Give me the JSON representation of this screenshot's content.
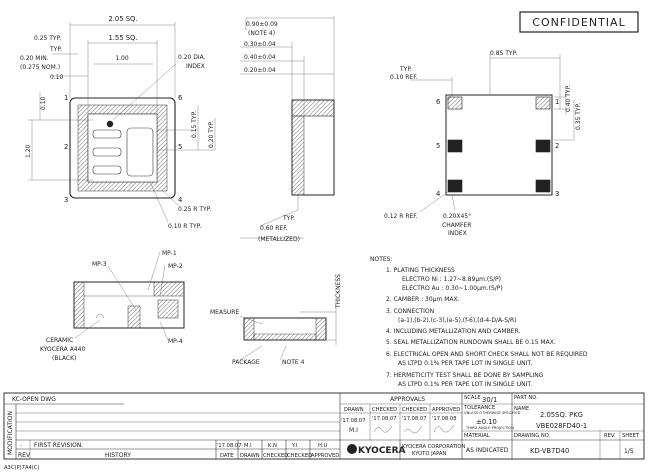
{
  "confidential": "CONFIDENTIAL",
  "top_view": {
    "dim_205": "2.05 SQ.",
    "dim_155": "1.55 SQ.",
    "dim_025": "0.25 TYP.",
    "typ": "TYP.",
    "dim_020min": "0.20 MIN.",
    "dim_0275": "(0.275 NOM.)",
    "dim_100": "1.00",
    "dim_010": "0.10",
    "dim_020dia": "0.20 DIA.",
    "index": "INDEX",
    "left_010": "0.10",
    "left_120": "1.20",
    "r_015": "0.15 TYP.",
    "r_020": "0.20 TYP.",
    "r025": "0.25 R TYP.",
    "r010": "0.10 R TYP.",
    "pins": [
      "1",
      "6",
      "2",
      "5",
      "3",
      "4"
    ]
  },
  "side_view": {
    "dim_090": "0.90±0.09",
    "note4": "(NOTE 4)",
    "dim_030": "0.30±0.04",
    "dim_040": "0.40±0.04",
    "dim_020": "0.20±0.04",
    "typ": "TYP.",
    "ref_060": "0.60 REF.",
    "metallized": "(METALLIZED)"
  },
  "bottom_view": {
    "dim_085": "0.85 TYP.",
    "typ": "TYP.",
    "ref_010": "0.10 REF.",
    "r_040": "0.40 TYP.",
    "r_035": "0.35 TYP.",
    "ref_012": "0.12 R REF.",
    "chamfer": "0.20X45°",
    "chamfer_label": "CHAMFER",
    "index": "INDEX",
    "pins": [
      "6",
      "1",
      "5",
      "2",
      "4",
      "3"
    ]
  },
  "section_view": {
    "mp3": "MP-3",
    "mp1": "MP-1",
    "mp2": "MP-2",
    "mp4": "MP-4",
    "ceramic": "CERAMIC",
    "kyocera": "KYOCERA A440",
    "black": "(BLACK)"
  },
  "thickness_view": {
    "measure": "MEASURE",
    "thickness": "THICKNESS",
    "package": "PACKAGE",
    "note4": "NOTE 4"
  },
  "notes": {
    "title": "NOTES:",
    "n1": "1. PLATING THICKNESS",
    "n1a": "ELECTRO Ni : 1.27~8.89μm.(S/P)",
    "n1b": "ELECTRO Au : 0.30~1.00μm.(S/P)",
    "n2": "2. CAMBER : 30μm MAX.",
    "n3": "3. CONNECTION",
    "n3a": "(a-1),(b-2),(c-3),(e-5),(f-6),(d-4-D/A-S/R)",
    "n4": "4. INCLUDING METALLIZATION AND CAMBER.",
    "n5": "5. SEAL METALLIZATION RUNDOWN SHALL BE 0.15 MAX.",
    "n6a": "6. ELECTRICAL OPEN AND SHORT CHECK SHALL NOT BE REQUIRED",
    "n6b": "AS LTPD 0.1% PER TAPE LOT IN SINGLE UNIT.",
    "n7a": "7. HERMETICITY TEST SHALL BE DONE BY SAMPLING",
    "n7b": "AS LTPD 0.1% PER TAPE LOT IN SINGLE UNIT."
  },
  "title_block": {
    "kc_open": "KC-OPEN DWG",
    "approvals": "APPROVALS",
    "drawn": "DRAWN",
    "checked1": "CHECKED",
    "checked2": "CHECKED",
    "approved": "APPROVED",
    "d1": "'17.08.07",
    "d2": "'17.08.07",
    "d3": "'17.08.07",
    "d4": "'17.08.08",
    "drawn_by": "M.I",
    "scale_label": "SCALE",
    "scale": "30/1",
    "tolerance_label": "TOLERANCE",
    "tolerance_sub": "UNLESS OTHERWISE SPECIFIED",
    "tolerance": "±0.10",
    "third_angle": "THIRD ANGLE PROJECTION",
    "material_label": "MATERIAL",
    "material": "AS INDICATED",
    "part_no_label": "PART NO.",
    "name_label": "NAME",
    "name": "2.05SQ. PKG",
    "part": "VBE028FD40-1",
    "drawing_no_label": "DRAWING NO.",
    "drawing_no": "KD-VB7D40",
    "rev_label": "REV.",
    "sheet_label": "SHEET",
    "sheet": "1/5",
    "company": "KYOCERA",
    "company2": "KYOCERA CORPORATION",
    "company3": "KYOTO JAPAN",
    "modification": "MODIFICATION",
    "rev_col": "REV",
    "history": "HISTORY",
    "first_revision": "FIRST REVISION.",
    "row_a": "-",
    "row_date": "'17.08.07",
    "row_mi": "M.I",
    "row_kn": "K.N",
    "row_yi": "Y.I",
    "row_hu": "H.U",
    "h_date": "DATE",
    "h_drawn": "DRAWN",
    "h_checked1": "CHECKED",
    "h_checked2": "CHECKED",
    "h_approved": "APPROVED",
    "footer": "A3C(P)7A4(C)"
  }
}
